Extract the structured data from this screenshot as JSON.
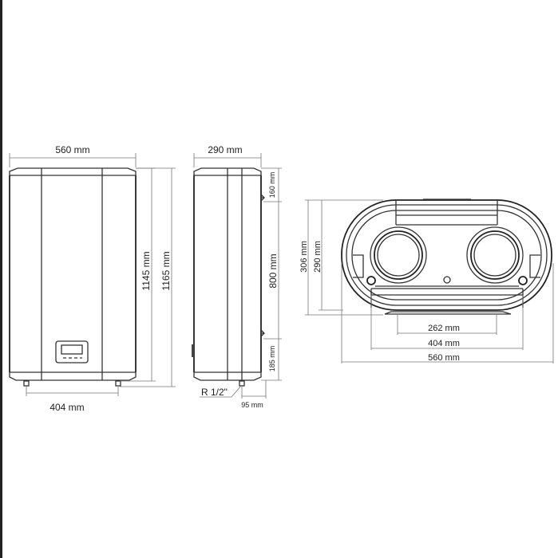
{
  "front_view": {
    "width_label": "560 mm",
    "height_label": "1145 mm",
    "total_height_label": "1165 mm",
    "feet_spacing_label": "404 mm"
  },
  "side_view": {
    "depth_label": "290 mm",
    "top_bracket_label": "160 mm",
    "bracket_spacing_label": "800 mm",
    "bottom_bracket_label": "185 mm",
    "thread_label": "R 1/2\"",
    "pipe_offset_label": "95 mm"
  },
  "top_view": {
    "depth_total_label": "306 mm",
    "depth_label": "290 mm",
    "bracket_width_label": "262 mm",
    "pipe_spacing_label": "404 mm",
    "width_label": "560 mm"
  },
  "colors": {
    "line": "#333333",
    "dimension": "#777777",
    "background": "#ffffff"
  }
}
